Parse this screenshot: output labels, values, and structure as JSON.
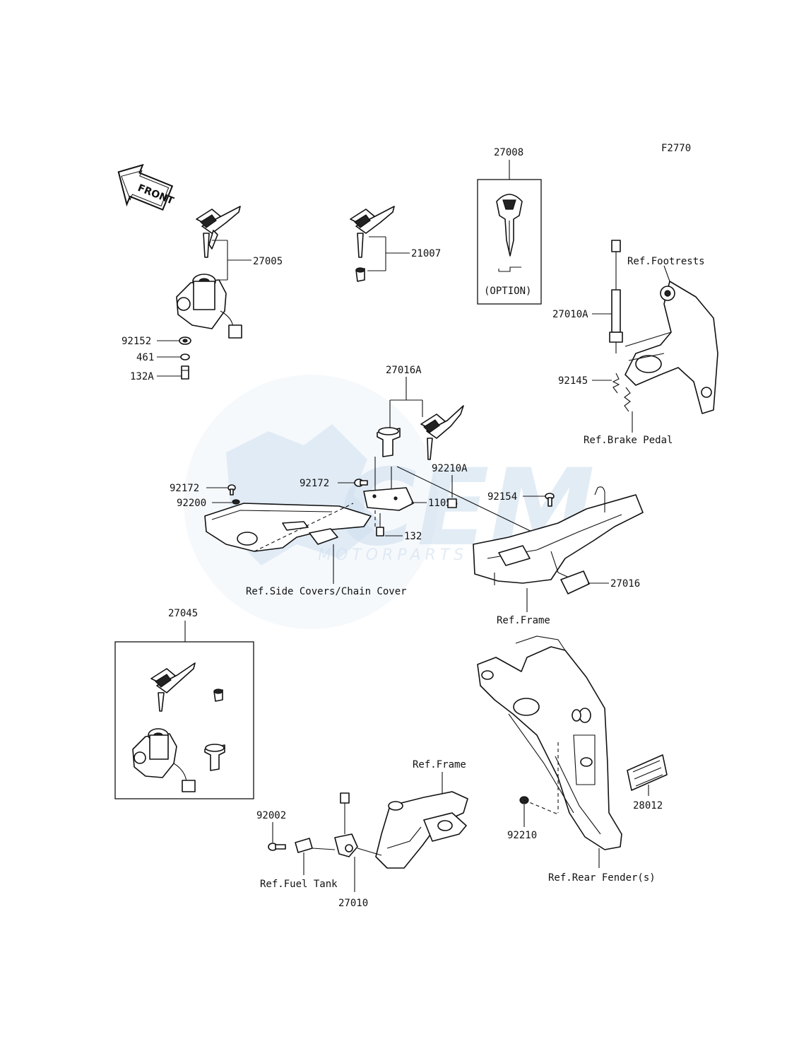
{
  "figure_code": "F2770",
  "front_label": "FRONT",
  "watermark": {
    "brand": "CEM",
    "subtitle": "MOTORPARTS"
  },
  "parts": {
    "p27008": "27008",
    "p27008_option": "(OPTION)",
    "p27005": "27005",
    "p21007": "21007",
    "p92152": "92152",
    "p461": "461",
    "p132A": "132A",
    "p27016A": "27016A",
    "p92210A": "92210A",
    "p92172_left": "92172",
    "p92172_mid": "92172",
    "p92200": "92200",
    "p11056": "11056",
    "p132": "132",
    "p92154": "92154",
    "p27016": "27016",
    "p27010A": "27010A",
    "p92145": "92145",
    "p27045": "27045",
    "p92002": "92002",
    "p27010": "27010",
    "p92210": "92210",
    "p28012": "28012"
  },
  "refs": {
    "footrests": "Ref.Footrests",
    "brake_pedal": "Ref.Brake Pedal",
    "side_covers": "Ref.Side Covers/Chain Cover",
    "frame_mid": "Ref.Frame",
    "frame_bottom": "Ref.Frame",
    "fuel_tank": "Ref.Fuel Tank",
    "rear_fender": "Ref.Rear Fender(s)"
  }
}
